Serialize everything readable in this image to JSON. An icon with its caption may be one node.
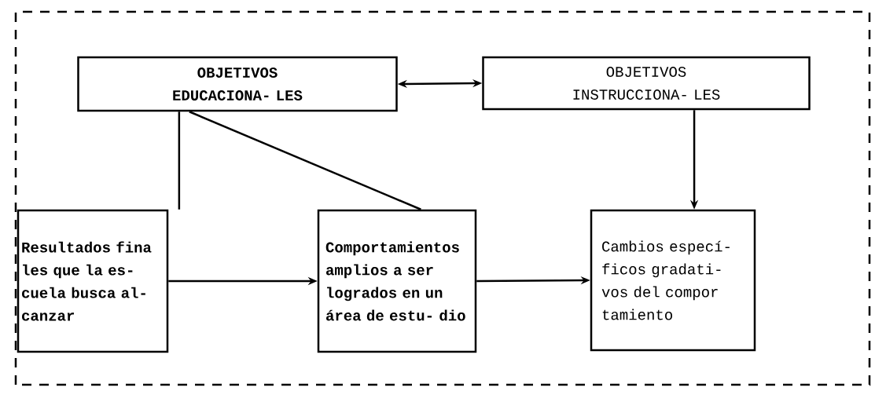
{
  "diagram": {
    "nodes": [
      {
        "text": [
          "OBJETIVOS EDUCACIONA- LES"
        ]
      },
      {
        "text": [
          "OBJETIVOS INSTRUCCIONA- LES"
        ]
      },
      {
        "text": [
          "Resultados fina les que la es- cuela busca al- canzar"
        ]
      },
      {
        "text": [
          "Comportamientos amplios a ser logrados en un área de estu- dio"
        ]
      },
      {
        "text": [
          "Cambios especí- ficos gradati- vos del compor tamiento"
        ]
      }
    ],
    "edges": [
      {
        "from": 0,
        "to": 1,
        "arrow": "both"
      },
      {
        "from": 0,
        "to": 2,
        "arrow": "none"
      },
      {
        "from": 0,
        "to": 3,
        "arrow": "none"
      },
      {
        "from": 1,
        "to": 4,
        "arrow": "to"
      },
      {
        "from": 2,
        "to": 3,
        "arrow": "to"
      },
      {
        "from": 3,
        "to": 4,
        "arrow": "to"
      }
    ]
  }
}
